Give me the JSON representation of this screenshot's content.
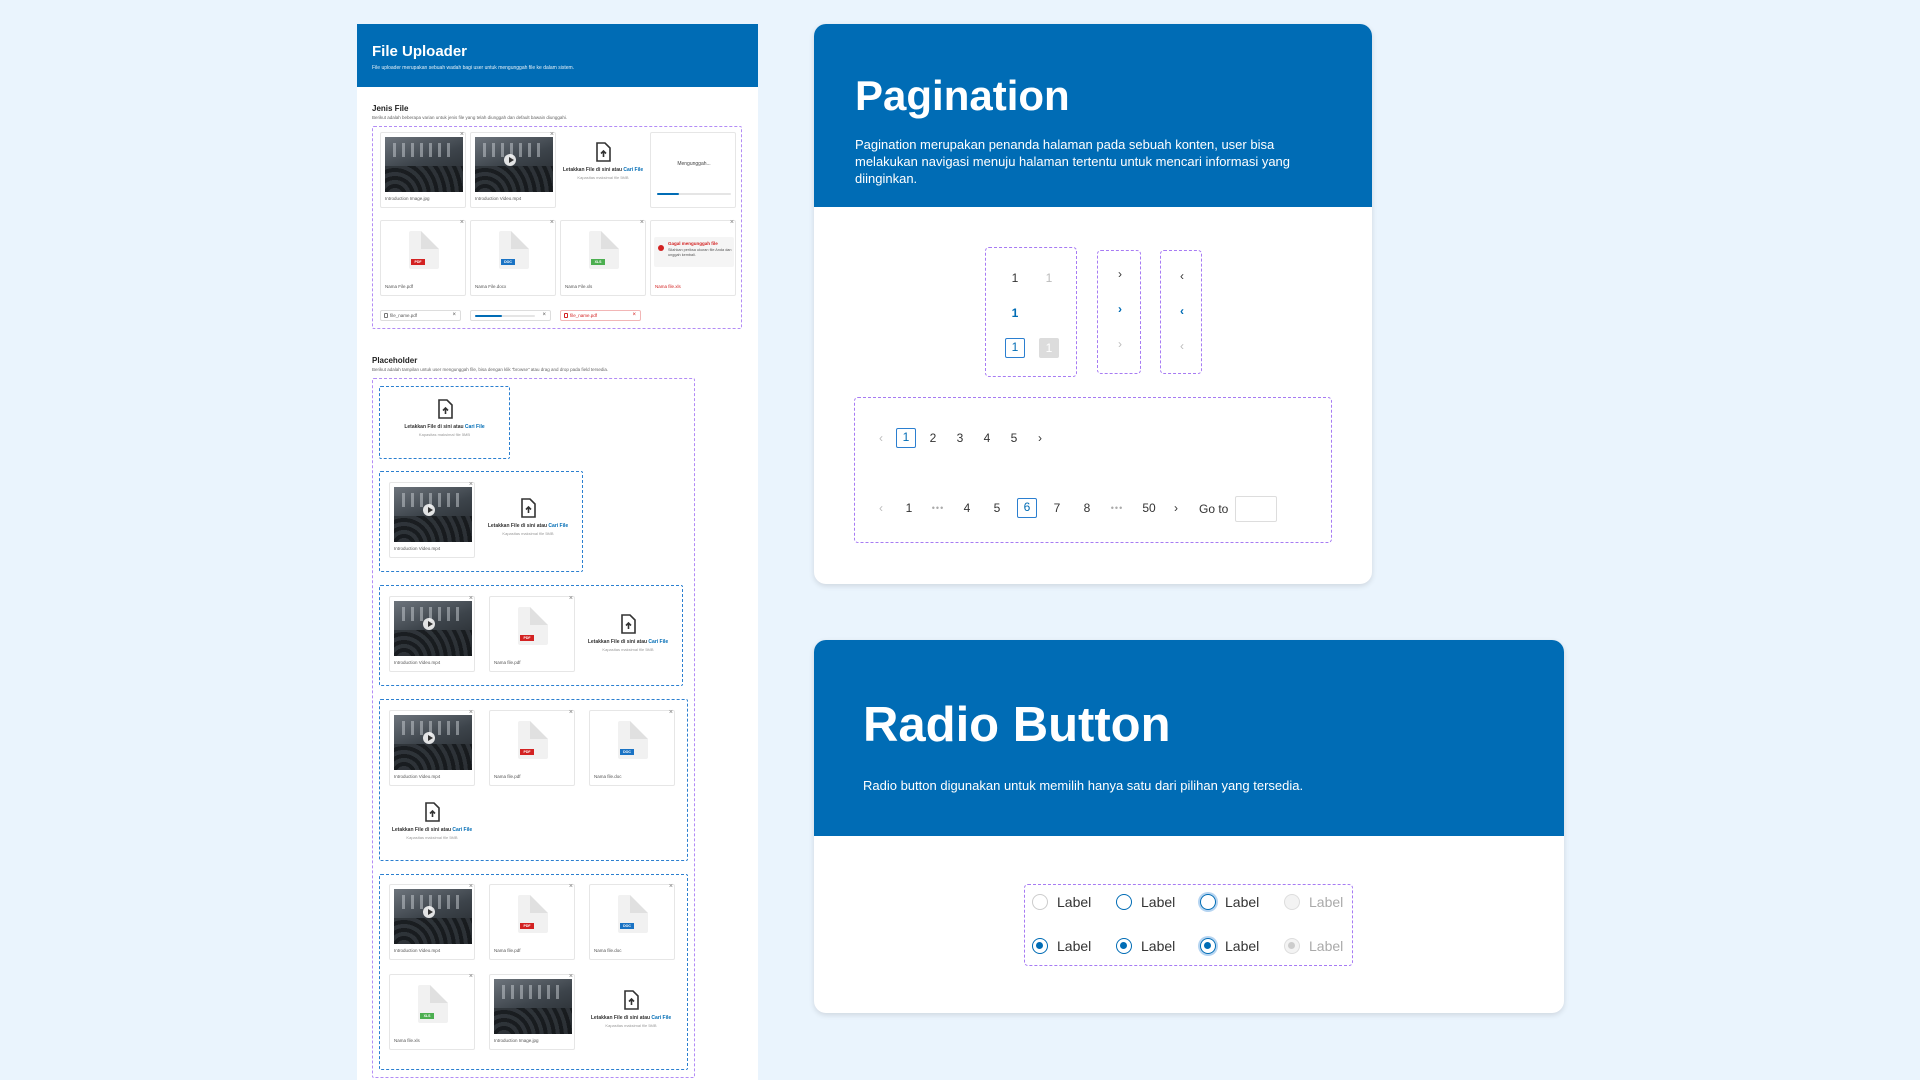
{
  "file_uploader": {
    "title": "File Uploader",
    "subtitle": "File uploader merupakan sebuah wadah bagi user untuk mengunggah file ke dalam sistem.",
    "jenis_file": {
      "title": "Jenis File",
      "desc": "Berikut adalah beberapa varian untuk jenis file yang telah diunggah dan default bawain diunggahi.",
      "items": [
        {
          "name": "Introduction Image.jpg"
        },
        {
          "name": "Introduction Video.mp4"
        },
        {
          "name": "Nama File.pdf",
          "tag": "PDF"
        },
        {
          "name": "Nama File.docx",
          "tag": "DOC"
        },
        {
          "name": "Nama File.xls",
          "tag": "XLS"
        }
      ],
      "uploading_text": "Mengunggah...",
      "error_title": "Gagal mengunggah file",
      "error_desc": "Silahkan periksa ukuran file Anda dan unggah kembali.",
      "error_name": "Nama file.xls",
      "chips": [
        "file_name.pdf",
        "",
        "file_name.pdf"
      ],
      "upload_progress": 0.3,
      "chip_progress": 0.45
    },
    "placeholder": {
      "title": "Placeholder",
      "desc": "Berikut adalah tampilan untuk user mengunggah file, bisa dengan klik \"browse\" atau drag and drop pada field tersedia.",
      "drop_text": "Letakkan File di sini atau",
      "drop_link": "Cari File",
      "drop_sub": "Kapasitas maksimal file 5MB",
      "video_name": "Introduction Video.mp4",
      "pdf_name": "Nama file.pdf",
      "doc_name": "Nama file.doc",
      "xls_name": "Nama file.xls",
      "img_name": "Introduction Image.jpg"
    }
  },
  "pagination": {
    "title": "Pagination",
    "desc": "Pagination merupakan penanda halaman pada sebuah konten, user bisa melakukan navigasi menuju halaman tertentu untuk mencari informasi yang diinginkan.",
    "states": {
      "normal": "1",
      "disabled": "1",
      "active": "1",
      "selected": "1",
      "selected_disabled": "1"
    },
    "arrows": {
      "next": "›",
      "prev": "‹"
    },
    "simple": {
      "pages": [
        "1",
        "2",
        "3",
        "4",
        "5"
      ],
      "current": "1"
    },
    "full": {
      "pages": [
        "1",
        "•••",
        "4",
        "5",
        "6",
        "7",
        "8",
        "•••",
        "50"
      ],
      "current": "6",
      "goto": "Go to"
    }
  },
  "radio": {
    "title": "Radio Button",
    "desc": "Radio button digunakan untuk memilih hanya satu dari pilihan yang tersedia.",
    "label": "Label"
  }
}
